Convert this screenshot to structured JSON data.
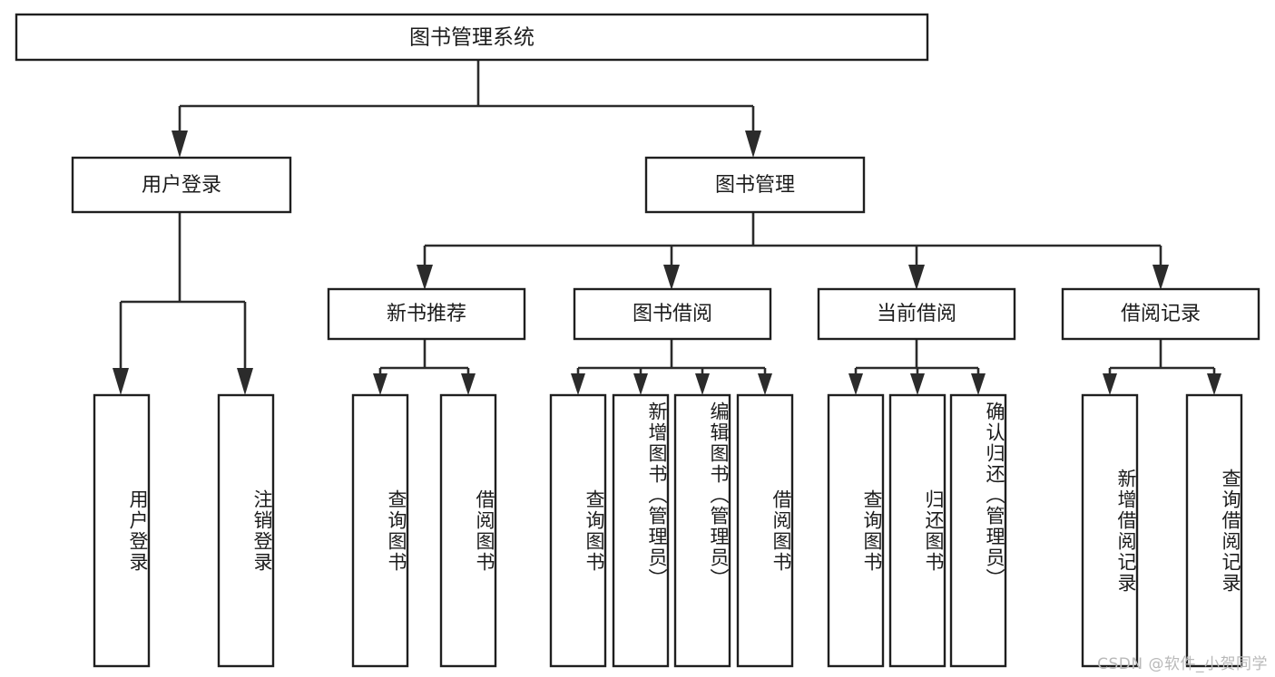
{
  "diagram": {
    "title": "图书管理系统",
    "type": "tree-hierarchy-diagram",
    "colors": {
      "box_stroke": "#1f1f1f",
      "box_fill": "#ffffff",
      "connector": "#2b2b2b",
      "text": "#1c1c1c",
      "watermark": "#b9b9b9",
      "background": "#ffffff"
    },
    "root": {
      "label": "图书管理系统"
    },
    "level2": [
      {
        "label": "用户登录"
      },
      {
        "label": "图书管理"
      }
    ],
    "level3": [
      {
        "label": "新书推荐"
      },
      {
        "label": "图书借阅"
      },
      {
        "label": "当前借阅"
      },
      {
        "label": "借阅记录"
      }
    ],
    "leaves": {
      "user_login": [
        {
          "label": "用户登录"
        },
        {
          "label": "注销登录"
        }
      ],
      "new_book_recommend": [
        {
          "label": "查询图书"
        },
        {
          "label": "借阅图书"
        }
      ],
      "book_borrow": [
        {
          "label": "查询图书"
        },
        {
          "label": "新增图书（管理员）"
        },
        {
          "label": "编辑图书（管理员）"
        },
        {
          "label": "借阅图书"
        }
      ],
      "current_borrow": [
        {
          "label": "查询图书"
        },
        {
          "label": "归还图书"
        },
        {
          "label": "确认归还（管理员）"
        }
      ],
      "borrow_record": [
        {
          "label": "新增借阅记录"
        },
        {
          "label": "查询借阅记录"
        }
      ]
    },
    "watermark": "CSDN @软件_小贺同学"
  }
}
